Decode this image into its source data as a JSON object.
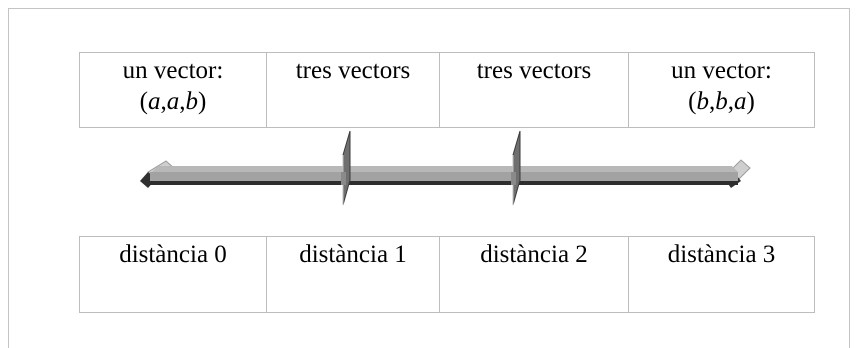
{
  "top_row": [
    {
      "line1": "un vector:",
      "open": "(",
      "v1": "a",
      "v2": "a",
      "v3": "b",
      "close": ")"
    },
    {
      "line1": "tres vectors"
    },
    {
      "line1": "tres vectors"
    },
    {
      "line1": "un vector:",
      "open": "(",
      "v1": "b",
      "v2": "b",
      "v3": "a",
      "close": ")"
    }
  ],
  "bottom_row": [
    "distància 0",
    "distància 1",
    "distància 2",
    "distància 3"
  ],
  "comma": ",",
  "colors": {
    "rod_top": "#a4a4a4",
    "rod_bottom": "#333333",
    "plate": "#7d7d7d",
    "end_cap": "#c8c8c8"
  }
}
